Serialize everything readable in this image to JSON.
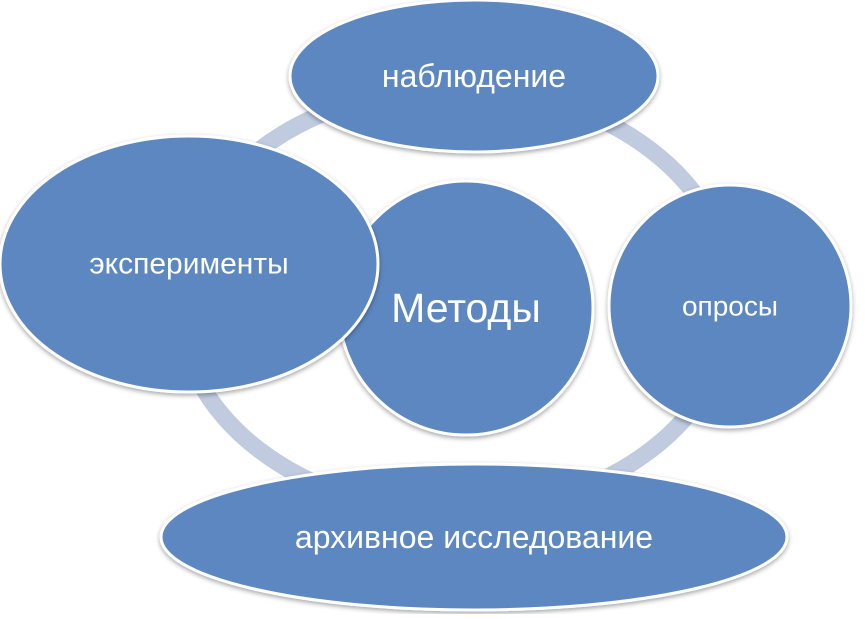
{
  "diagram": {
    "center": {
      "label": "Методы"
    },
    "nodes": [
      {
        "id": "observation",
        "label": "наблюдение"
      },
      {
        "id": "surveys",
        "label": "опросы"
      },
      {
        "id": "archive",
        "label": "архивное исследование"
      },
      {
        "id": "experiments",
        "label": "эксперименты"
      }
    ]
  },
  "colors": {
    "node_fill": "#5b87c1",
    "node_stroke": "#ffffff",
    "ring": "#c0cbe0",
    "text": "#ffffff"
  }
}
